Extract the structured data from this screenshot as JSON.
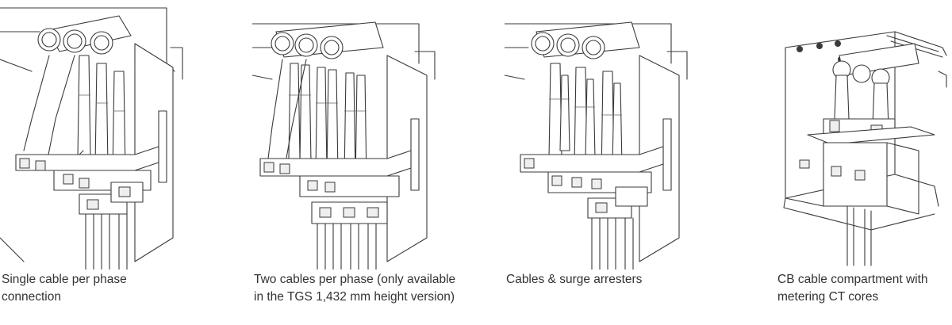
{
  "figures": [
    {
      "caption": "Single cable per phase connection"
    },
    {
      "caption": "Two cables per phase (only available in the TGS 1,432 mm height version)"
    },
    {
      "caption": "Cables & surge arresters"
    },
    {
      "caption": "CB cable compartment with metering CT cores"
    }
  ]
}
